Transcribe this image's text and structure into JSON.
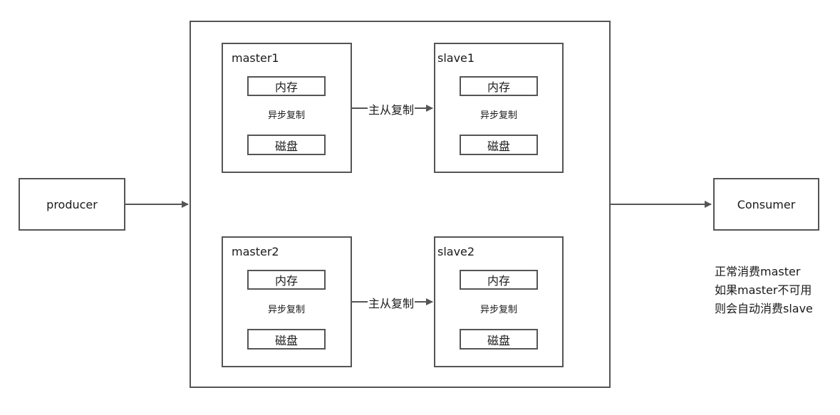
{
  "producer": {
    "label": "producer"
  },
  "consumer": {
    "label": "Consumer"
  },
  "groups": [
    {
      "master": {
        "title": "master1",
        "memory": "内存",
        "disk": "磁盘",
        "async_label": "异步复制"
      },
      "replication_label": "主从复制",
      "slave": {
        "title": "slave1",
        "memory": "内存",
        "disk": "磁盘",
        "async_label": "异步复制"
      }
    },
    {
      "master": {
        "title": "master2",
        "memory": "内存",
        "disk": "磁盘",
        "async_label": "异步复制"
      },
      "replication_label": "主从复制",
      "slave": {
        "title": "slave2",
        "memory": "内存",
        "disk": "磁盘",
        "async_label": "异步复制"
      }
    }
  ],
  "notes": [
    "正常消费master",
    "如果master不可用",
    "则会自动消费slave"
  ],
  "colors": {
    "stroke": "#555555",
    "text": "#1a1a1a",
    "background": "#ffffff"
  }
}
